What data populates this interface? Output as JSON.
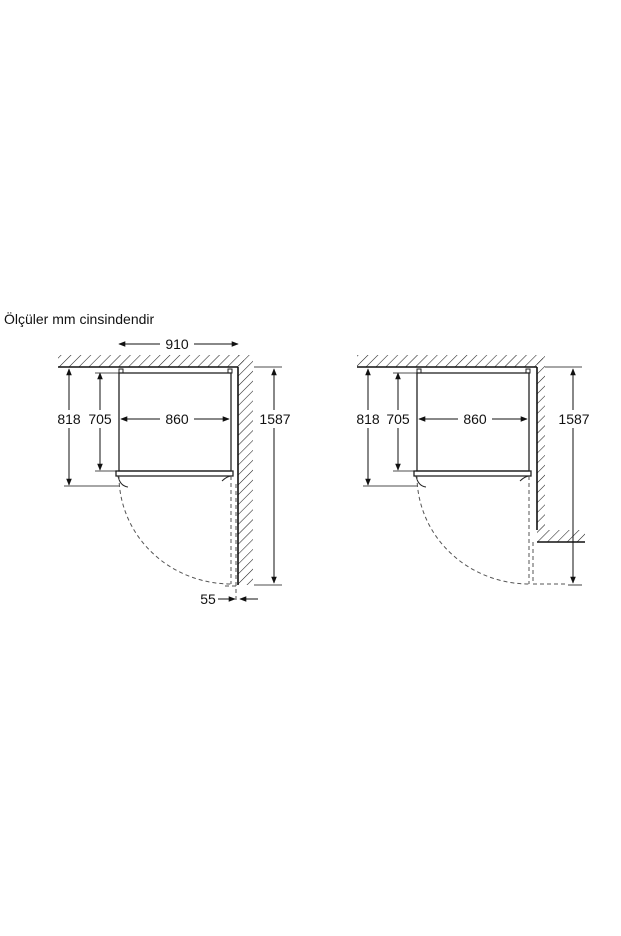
{
  "caption": "Ölçüler mm cinsindendir",
  "diagrams": [
    {
      "name": "left-installation",
      "dims": {
        "width_total": "910",
        "depth_outer": "818",
        "depth_inner": "705",
        "width_inner": "860",
        "door_swing": "1587",
        "wall_gap": "55"
      }
    },
    {
      "name": "right-installation",
      "dims": {
        "depth_outer": "818",
        "depth_inner": "705",
        "width_inner": "860",
        "door_swing": "1587"
      }
    }
  ]
}
